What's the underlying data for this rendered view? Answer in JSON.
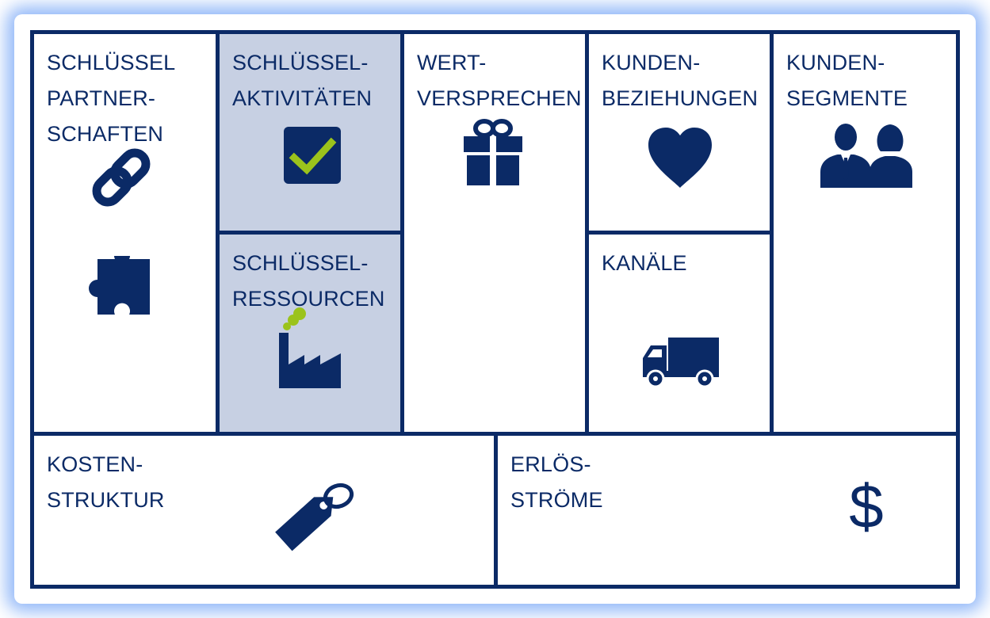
{
  "canvas": {
    "partners": {
      "lines": [
        "SCHLÜSSEL",
        "PARTNER-",
        "SCHAFTEN"
      ],
      "icons": [
        "chain-link-icon",
        "puzzle-piece-icon"
      ]
    },
    "activities": {
      "lines": [
        "SCHLÜSSEL-",
        "AKTIVITÄTEN"
      ],
      "icon": "checkbox-icon"
    },
    "resources": {
      "lines": [
        "SCHLÜSSEL-",
        "RESSOURCEN"
      ],
      "icon": "factory-icon"
    },
    "value": {
      "lines": [
        "WERT-",
        "VERSPRECHEN"
      ],
      "icon": "gift-icon"
    },
    "relationships": {
      "lines": [
        "KUNDEN-",
        "BEZIEHUNGEN"
      ],
      "icon": "heart-icon"
    },
    "channels": {
      "lines": [
        "KANÄLE"
      ],
      "icon": "truck-icon"
    },
    "segments": {
      "lines": [
        "KUNDEN-",
        "SEGMENTE"
      ],
      "icon": "people-icon"
    },
    "costs": {
      "lines": [
        "KOSTEN-",
        "STRUKTUR"
      ],
      "icon": "price-tag-icon"
    },
    "revenue": {
      "lines": [
        "ERLÖS-",
        "STRÖME"
      ],
      "icon": "dollar-icon",
      "symbol": "$"
    }
  },
  "colors": {
    "navy": "#0b2a66",
    "shaded": "#c7d0e3",
    "accent_green": "#9bc31c",
    "glow": "#6ea0f5"
  }
}
